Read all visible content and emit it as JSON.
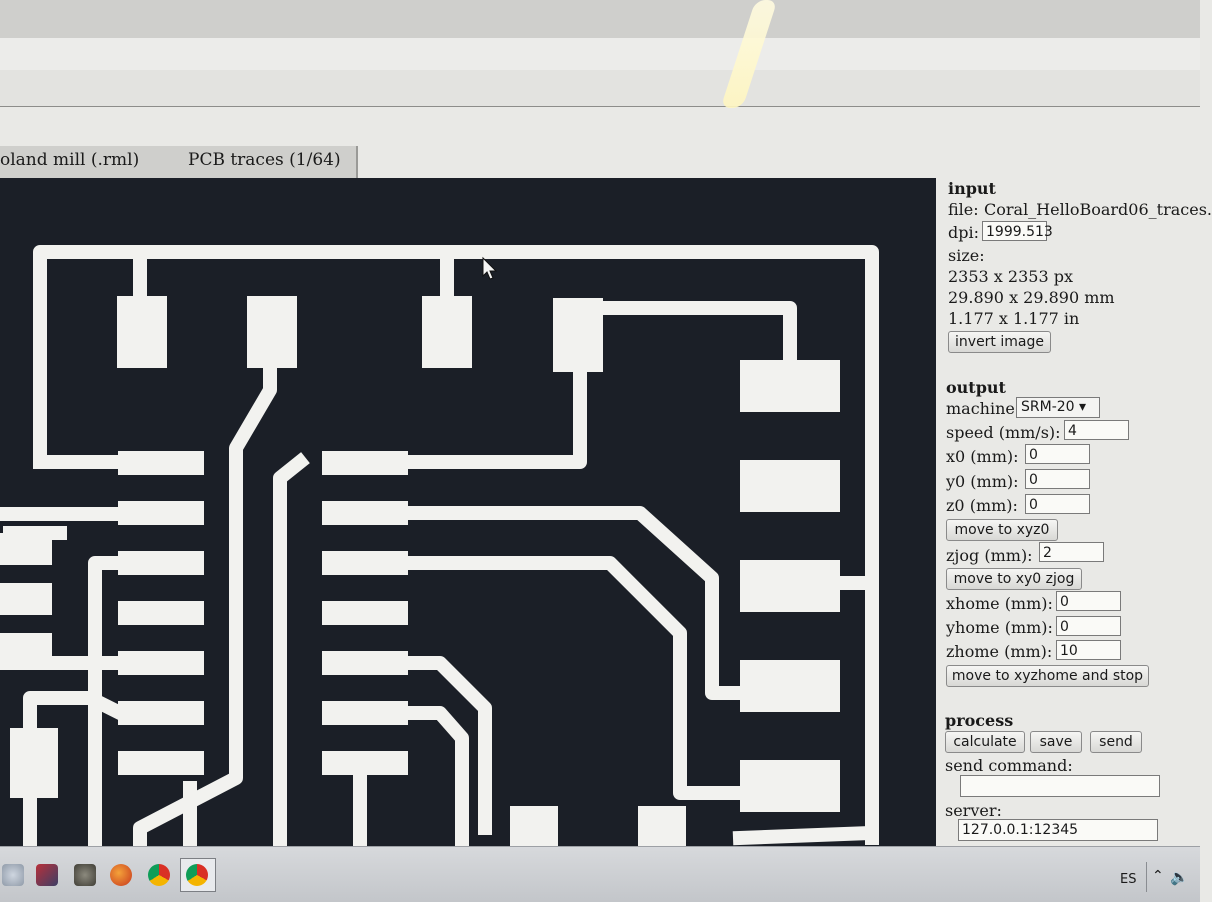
{
  "tabs": [
    {
      "label": "oland mill (.rml)"
    },
    {
      "label": "PCB traces (1/64)"
    }
  ],
  "input": {
    "heading": "input",
    "file_label": "file:",
    "file_name": "Coral_HelloBoard06_traces.",
    "dpi_label": "dpi:",
    "dpi_value": "1999.513",
    "size_label": "size:",
    "size_px": "2353 x 2353 px",
    "size_mm": "29.890 x 29.890 mm",
    "size_in": "1.177 x 1.177 in",
    "invert_button": "invert image"
  },
  "output": {
    "heading": "output",
    "machine_label": "machine",
    "machine_value": "SRM-20 ▾",
    "speed_label": "speed (mm/s):",
    "speed_value": "4",
    "x0_label": "x0 (mm):",
    "x0_value": "0",
    "y0_label": "y0 (mm):",
    "y0_value": "0",
    "z0_label": "z0 (mm):",
    "z0_value": "0",
    "move_xyz0_button": "move to xyz0",
    "zjog_label": "zjog (mm):",
    "zjog_value": "2",
    "move_xy0_zjog_button": "move to xy0 zjog",
    "xhome_label": "xhome (mm):",
    "xhome_value": "0",
    "yhome_label": "yhome (mm):",
    "yhome_value": "0",
    "zhome_label": "zhome (mm):",
    "zhome_value": "10",
    "move_home_button": "move to xyzhome and stop"
  },
  "process": {
    "heading": "process",
    "calculate_button": "calculate",
    "save_button": "save",
    "send_button": "send",
    "send_command_label": "send command:",
    "send_command_value": "",
    "server_label": "server:",
    "server_value": "127.0.0.1:12345"
  },
  "taskbar": {
    "language": "ES",
    "icons": [
      "windows-explorer-icon",
      "files-icon",
      "gimp-icon",
      "firefox-icon",
      "chrome-icon",
      "chrome-active-icon"
    ]
  },
  "colors": {
    "board_background": "#1b1f27",
    "trace_color": "#f2f2ef",
    "panel_background": "#e9e9e6"
  }
}
